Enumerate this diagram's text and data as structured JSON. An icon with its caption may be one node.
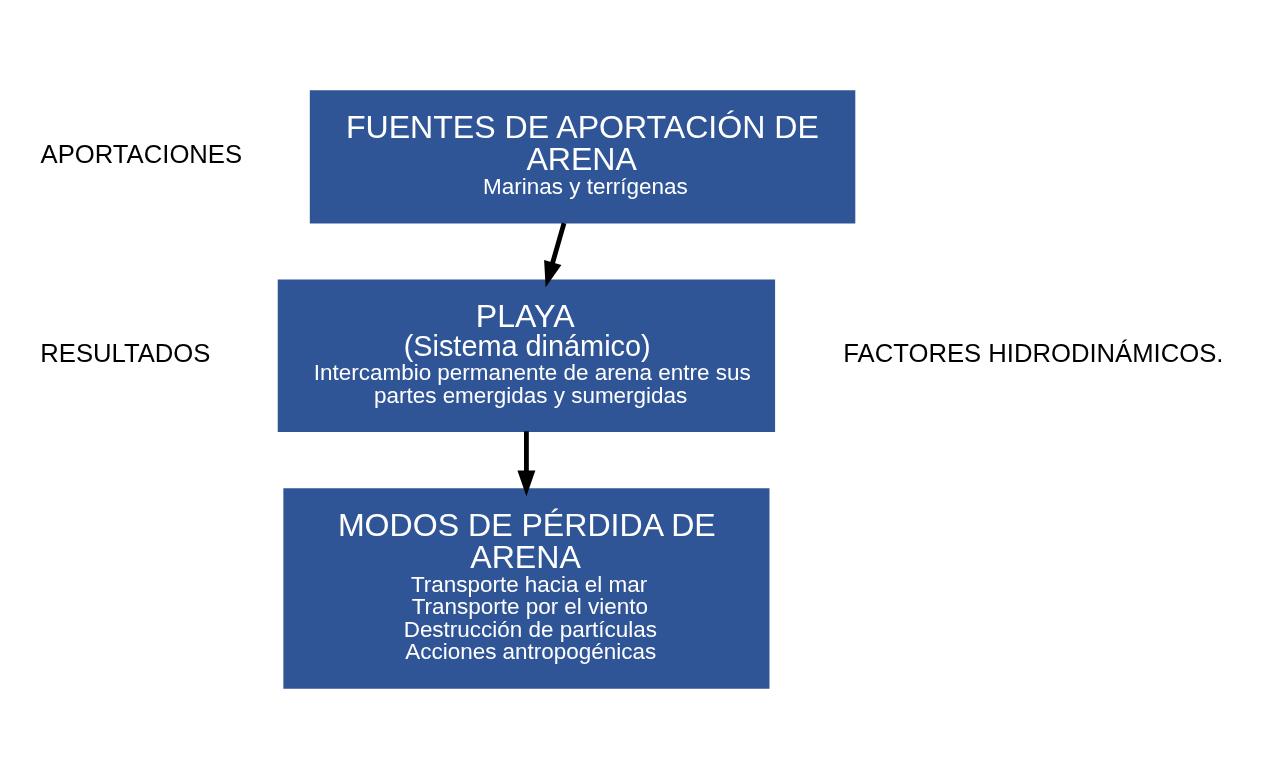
{
  "diagram": {
    "nodes": [
      {
        "text": [
          "FUENTES DE APORTACIÓN DE ARENA",
          "Marinas y terrígenas"
        ]
      },
      {
        "text": [
          "PLAYA",
          "(Sistema dinámico)",
          "Intercambio permanente de arena entre sus partes emergidas y sumergidas"
        ]
      },
      {
        "text": [
          "MODOS DE PÉRDIDA DE ARENA",
          "Transporte hacia el mar",
          "Transporte por el viento",
          "Destrucción de partículas",
          "Acciones antropogénicas"
        ]
      }
    ],
    "edges": [
      {
        "from": 0,
        "to": 1,
        "arrow": "to"
      },
      {
        "from": 1,
        "to": 2,
        "arrow": "to"
      }
    ],
    "labels": [
      "APORTACIONES",
      "RESULTADOS",
      "FACTORES HIDRODINÁMICOS."
    ]
  }
}
